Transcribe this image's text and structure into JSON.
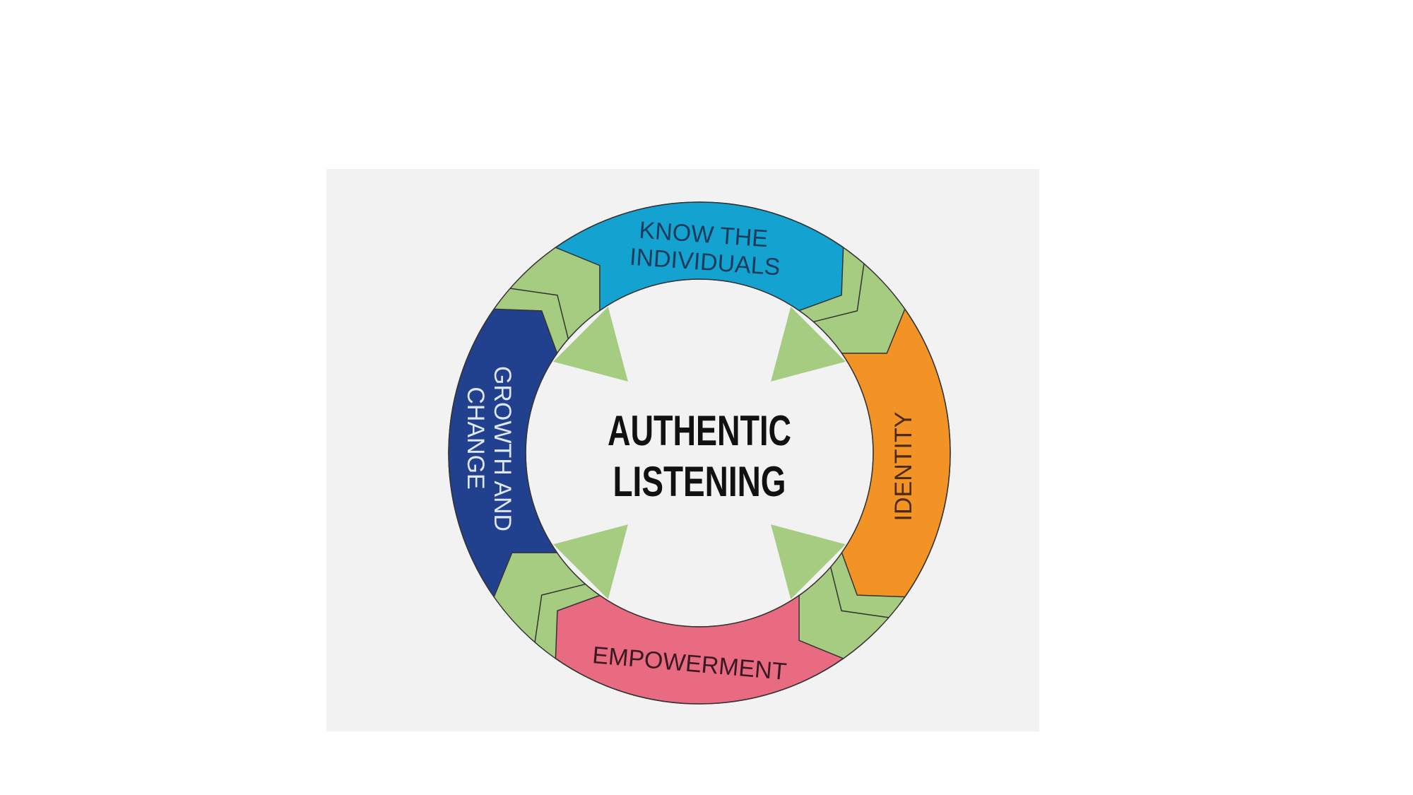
{
  "title_line1": "AUTHENTIC",
  "title_line2": "LISTENING",
  "segments": [
    {
      "label_lines": [
        "KNOW THE",
        "INDIVIDUALS"
      ],
      "color": "#14a3d0",
      "text_color": "#1d3b5a"
    },
    {
      "label_lines": [
        "IDENTITY"
      ],
      "color": "#f39325",
      "text_color": "#4a2a08"
    },
    {
      "label_lines": [
        "EMPOWERMENT"
      ],
      "color": "#e96b82",
      "text_color": "#3a1a22"
    },
    {
      "label_lines": [
        "GROWTH AND",
        "CHANGE"
      ],
      "color": "#21418f",
      "text_color": "#dfe6f5"
    }
  ],
  "connector_color": "#a6cc82"
}
